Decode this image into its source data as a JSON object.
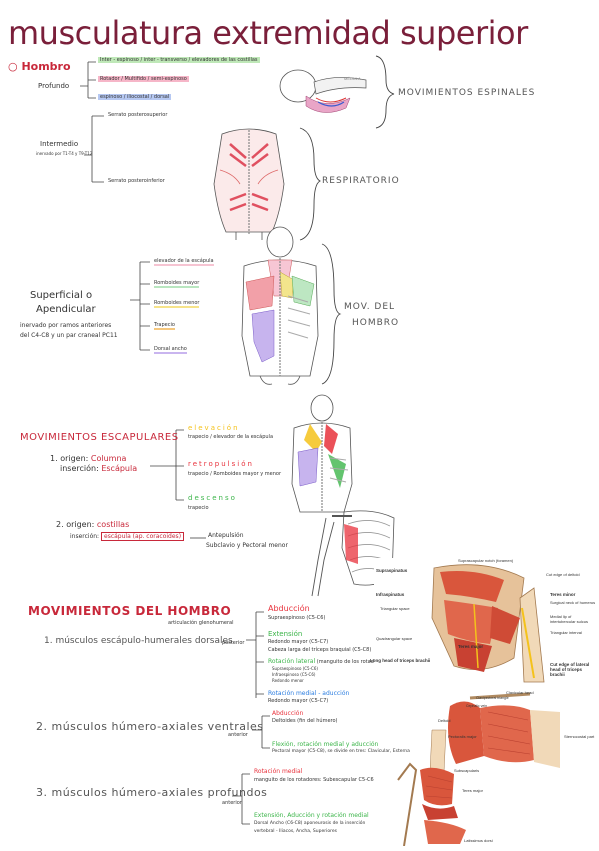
{
  "title": "musculatura extremidad superior",
  "hombro": {
    "heading": "Hombro",
    "profundo": {
      "label": "Profundo",
      "items": [
        "Inter - espinoso / inter - transverso / elevadores de las costillas",
        "Rotador / Multifido / semi-espinoso",
        "espinoso / iliocostal / dorsal"
      ],
      "group": "MOVIMIENTOS ESPINALES",
      "figure_label": "MÉDULA"
    },
    "intermedio": {
      "label": "Intermedio",
      "note": "inervado por T1-T4 y T9-T12",
      "items": [
        "Serrato posterosuperior",
        "Serrato posteroinferior"
      ],
      "group": "RESPIRATORIO"
    },
    "superficial": {
      "label_1": "Superficial o",
      "label_2": "Apendicular",
      "note_1": "inervado por ramos anteriores",
      "note_2": "del C4-C8 y un par craneal PC11",
      "items": [
        "elevador de la escápula",
        "Romboides mayor",
        "Romboides menor",
        "Trapecio",
        "Dorsal ancho"
      ],
      "group_1": "MOV. DEL",
      "group_2": "HOMBRO"
    }
  },
  "escapulares": {
    "heading": "MOVIMIENTOS ESCAPULARES",
    "item1": {
      "number": "1.",
      "origen_label": "origen:",
      "origen_value": "Columna",
      "insercion_label": "inserción:",
      "insercion_value": "Escápula",
      "moves": [
        {
          "name": "elevación",
          "detail": "trapecio / elevador de la escápula",
          "color": "#f4c21b"
        },
        {
          "name": "retropulsión",
          "detail": "trapecio / Romboides mayor y menor",
          "color": "#e8323c"
        },
        {
          "name": "descenso",
          "detail": "trapecio",
          "color": "#3cb54a"
        }
      ]
    },
    "item2": {
      "number": "2.",
      "origen_label": "origen:",
      "origen_value": "costillas",
      "insercion_label": "inserción:",
      "insercion_value": "escápula (ap. coracoides)",
      "move_name": "Antepulsión",
      "move_detail": "Subclavio y Pectoral menor"
    }
  },
  "hombro_mov": {
    "heading": "MOVIMIENTOS DEL HOMBRO",
    "subheading": "articulación glenohumeral",
    "items": [
      {
        "text": "1. músculos escápulo-humerales dorsales",
        "tag": "posterior"
      },
      {
        "text": "2. músculos húmero-axiales ventrales",
        "tag": "anterior"
      },
      {
        "text": "3. músculos húmero-axiales profundos",
        "tag": "anterior"
      }
    ],
    "g1": [
      {
        "title": "Abducción",
        "lines": [
          "Supraespinoso (C5-C6)"
        ],
        "color": "#e8323c"
      },
      {
        "title": "Extensión",
        "lines": [
          "Redondo mayor (C5-C7)",
          "Cabeza larga del tríceps braquial (C5-C8)"
        ],
        "color": "#3cb54a"
      },
      {
        "title": "Rotación lateral",
        "title_note": "(manguito de los rotadores)",
        "lines": [
          "Supraespinoso (C5-C6)",
          "Infraespinoso (C5-C6)",
          "Redondo menor"
        ],
        "color": "#3cb54a"
      },
      {
        "title": "Rotación medial - aducción",
        "lines": [
          "Redondo mayor (C5-C7)"
        ],
        "color": "#2b7de0"
      }
    ],
    "g2": [
      {
        "title": "Abducción",
        "lines": [
          "Deltoides (fin del húmero)"
        ],
        "color": "#e8323c"
      },
      {
        "title": "Flexión, rotación medial y aducción",
        "lines": [
          "Pectoral mayor (C5-C8), se divide en tres: Clavicular, Esternal, Costal"
        ],
        "color": "#3cb54a"
      }
    ],
    "g3": [
      {
        "title": "Rotación medial",
        "lines": [
          "manguito de los rotadores: Subescapular C5-C6"
        ],
        "color": "#e8323c"
      },
      {
        "title": "Extensión, Aducción y rotación medial",
        "lines": [
          "Dorsal Ancho (C6-C8) aponeurosis de la inserción",
          "vertebral - Iliacos, Ancha, Superiores"
        ],
        "color": "#3cb54a"
      }
    ]
  },
  "anatomy_labels": {
    "post": [
      "Supraspinatus",
      "Infraspinatus",
      "Triangular space",
      "Quadrangular space",
      "Long head of triceps brachii",
      "Suprascapular notch (foramen)",
      "Cut edge of deltoid",
      "Teres minor",
      "Surgical neck of humerus",
      "Medial lip of intertubercular sulcus",
      "Triangular interval",
      "Teres major",
      "Cut edge of lateral head of triceps brachii"
    ],
    "ant": [
      "Clavicular head",
      "Clavipectoral triangle",
      "Cephalic vein",
      "Deltoid",
      "Pectoralis major",
      "Sternocostal part"
    ],
    "deep": [
      "Subscapularis",
      "Teres major",
      "Latissimus dorsi"
    ]
  }
}
